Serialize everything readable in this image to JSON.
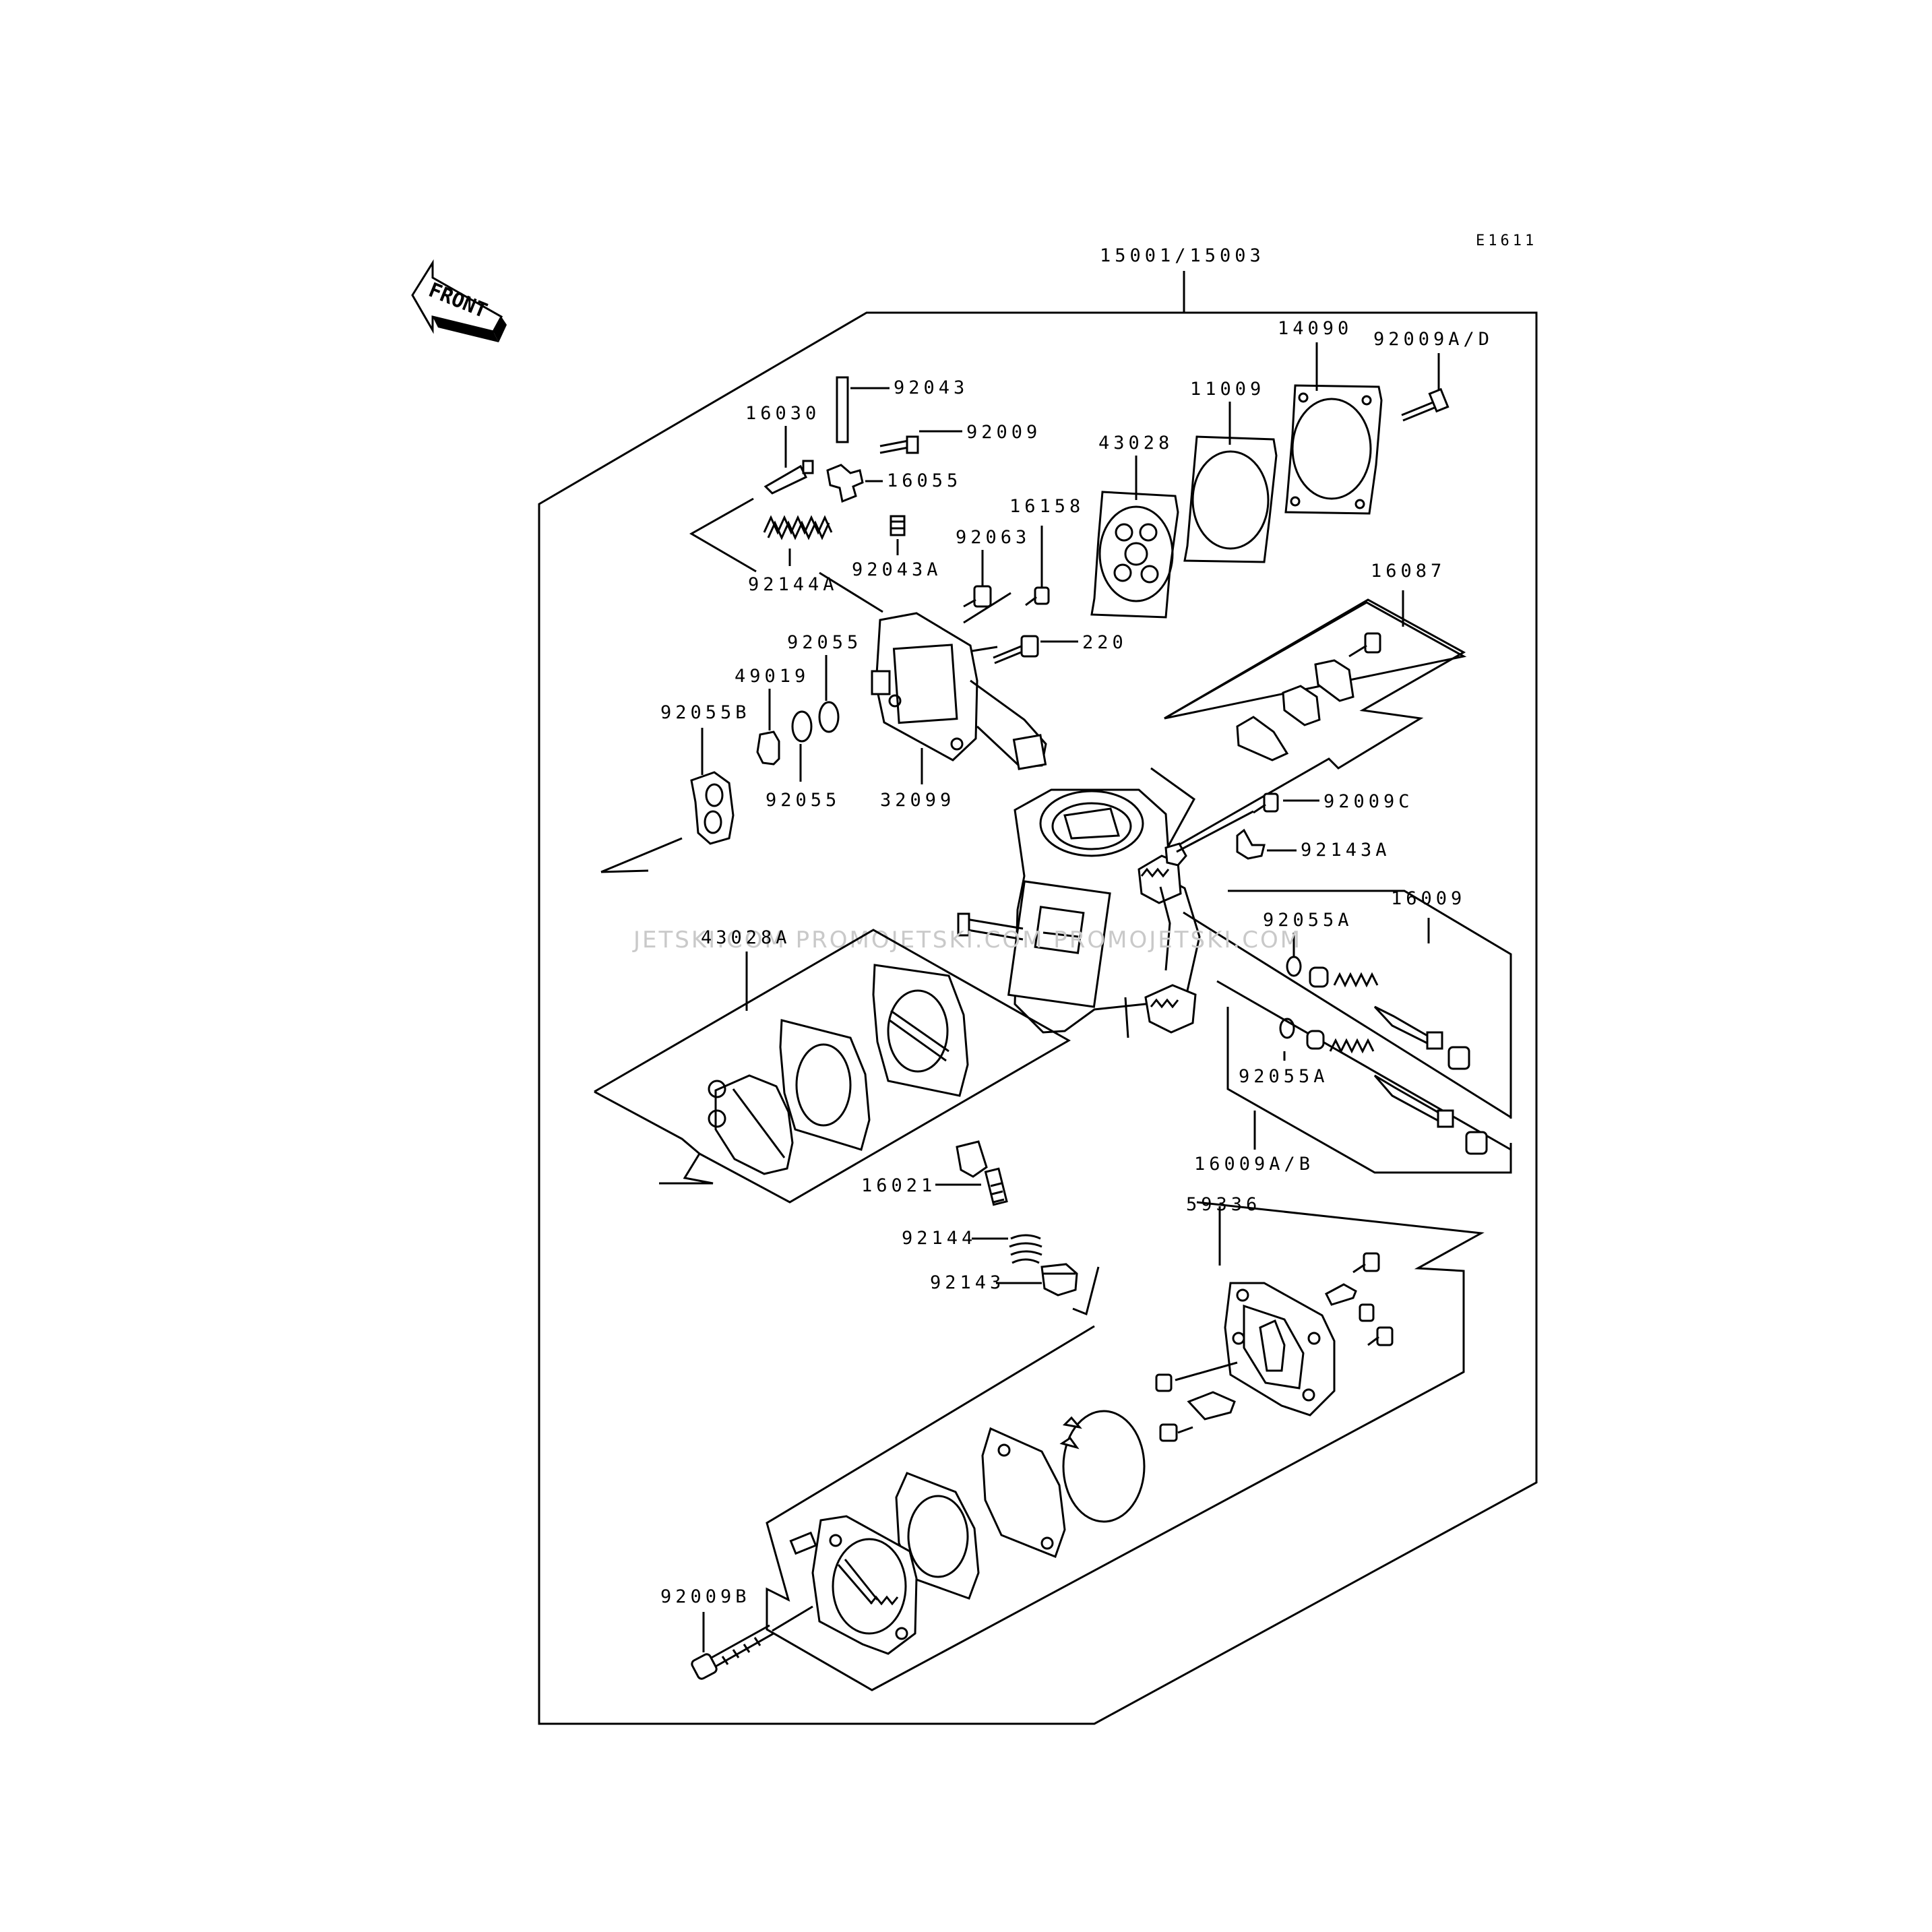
{
  "diagram": {
    "ref_code": "E1611",
    "front_label": "FRONT",
    "watermark": "JETSKI.COM   PROMOJETSKI.COM   PROMOJETSKI.COM",
    "parts": {
      "p15001": "15001/15003",
      "p14090": "14090",
      "p92009AD": "92009A/D",
      "p11009": "11009",
      "p43028": "43028",
      "p92043": "92043",
      "p92009": "92009",
      "p16030": "16030",
      "p16055": "16055",
      "p16158": "16158",
      "p92063": "92063",
      "p92144A": "92144A",
      "p92043A": "92043A",
      "p16087": "16087",
      "p220": "220",
      "p92055top": "92055",
      "p49019": "49019",
      "p92055B": "92055B",
      "p92055bot": "92055",
      "p32099": "32099",
      "p92009C": "92009C",
      "p92143A": "92143A",
      "p16009": "16009",
      "p92055A1": "92055A",
      "p43028A": "43028A",
      "p92055A2": "92055A",
      "p16009AB": "16009A/B",
      "p16021": "16021",
      "p59336": "59336",
      "p92144": "92144",
      "p92143": "92143",
      "p92009B": "92009B"
    }
  }
}
